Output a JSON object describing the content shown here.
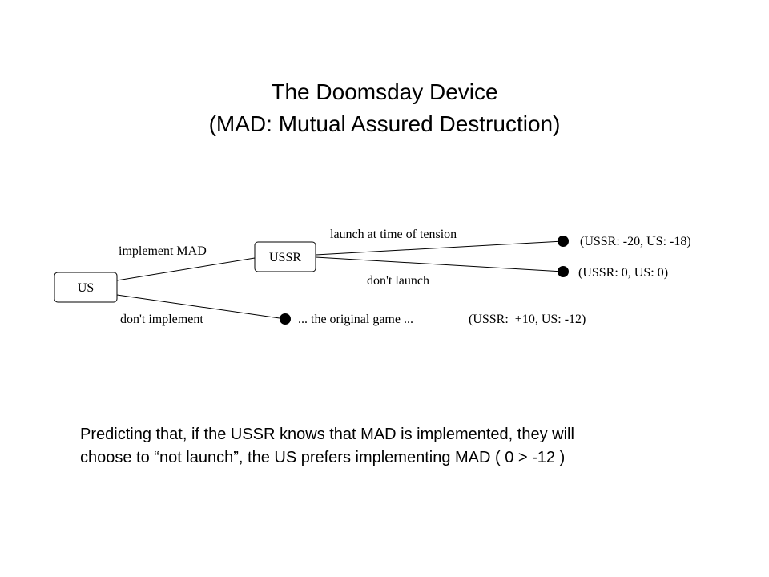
{
  "title": {
    "line1": "The Doomsday Device",
    "line2": "(MAD: Mutual Assured Destruction)"
  },
  "diagram": {
    "nodes": {
      "us": "US",
      "ussr": "USSR"
    },
    "edges": {
      "implement": "implement MAD",
      "dont_implement": "don't implement",
      "launch": "launch at time of tension",
      "dont_launch": "don't launch"
    },
    "outcomes": {
      "launch": "(USSR: -20, US: -18)",
      "dont_launch": "(USSR: 0, US: 0)",
      "original_game": "... the original game ...",
      "original_payoff": "(USSR:  +10, US: -12)"
    }
  },
  "caption": {
    "line1": "Predicting that, if the USSR knows that MAD is implemented, they will",
    "line2": "choose to “not launch”, the US prefers implementing MAD ( 0 > -12 )"
  }
}
